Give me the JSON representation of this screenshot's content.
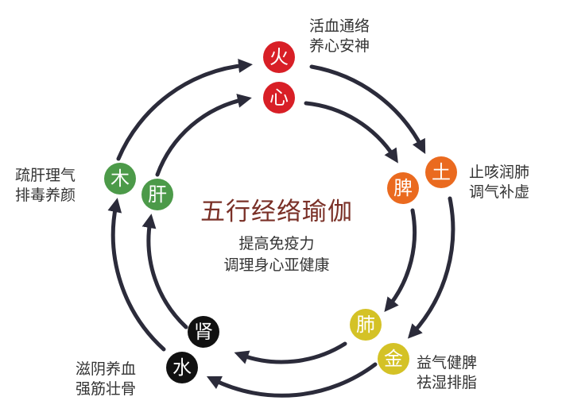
{
  "center": {
    "title": "五行经络瑜伽",
    "line1": "提高免疫力",
    "line2": "调理身心亚健康"
  },
  "nodes": {
    "fire": {
      "char": "火",
      "color": "#d81f26"
    },
    "heart": {
      "char": "心",
      "color": "#d81f26"
    },
    "earth": {
      "char": "土",
      "color": "#ea6a1f"
    },
    "spleen": {
      "char": "脾",
      "color": "#ea6a1f"
    },
    "lung": {
      "char": "肺",
      "color": "#d4c226"
    },
    "metal": {
      "char": "金",
      "color": "#d4c226"
    },
    "kidney": {
      "char": "肾",
      "color": "#111111"
    },
    "water": {
      "char": "水",
      "color": "#111111"
    },
    "wood": {
      "char": "木",
      "color": "#4c9a49"
    },
    "liver": {
      "char": "肝",
      "color": "#4c9a49"
    }
  },
  "labels": {
    "fire": {
      "line1": "活血通络",
      "line2": "养心安神"
    },
    "earth": {
      "line1": "止咳润肺",
      "line2": "调气补虚"
    },
    "metal": {
      "line1": "益气健脾",
      "line2": "祛湿排脂"
    },
    "water": {
      "line1": "滋阴养血",
      "line2": "强筋壮骨"
    },
    "wood": {
      "line1": "疏肝理气",
      "line2": "排毒养颜"
    }
  },
  "arrow_color": "#2b2b3a"
}
